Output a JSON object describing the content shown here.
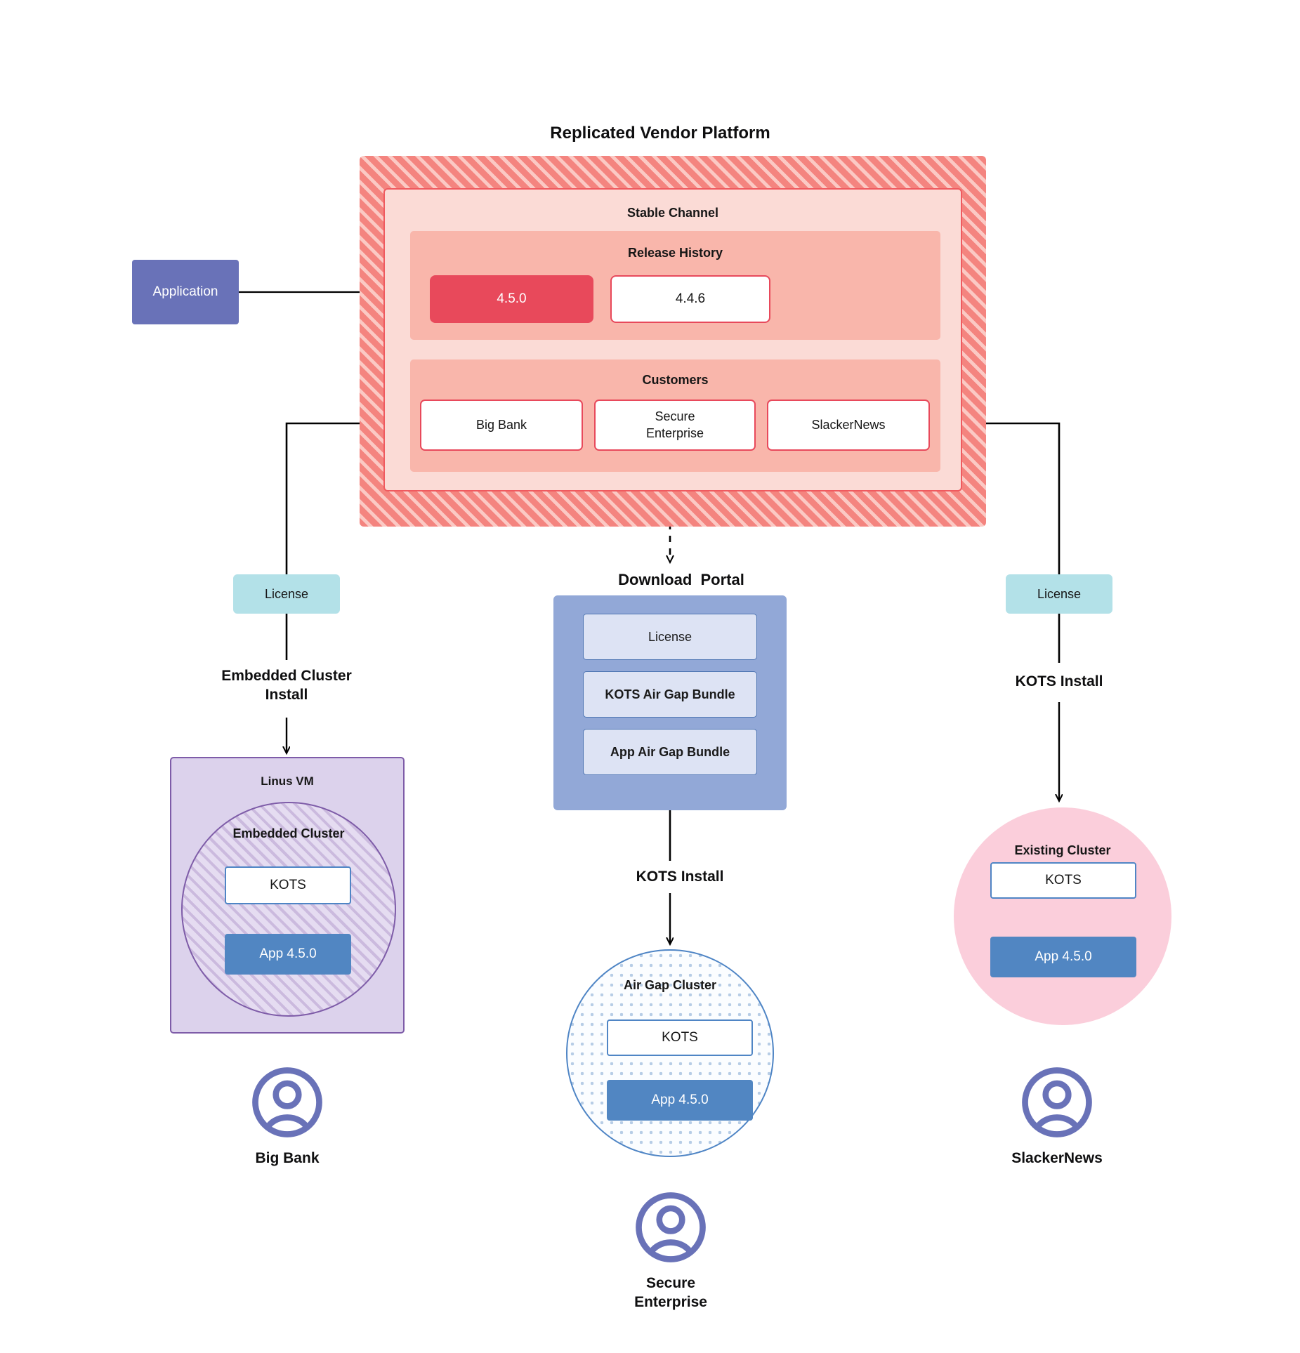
{
  "platform": {
    "title": "Replicated Vendor Platform",
    "stable_channel_label": "Stable Channel",
    "release_history": {
      "label": "Release History",
      "releases": [
        {
          "version": "4.5.0",
          "state": "current"
        },
        {
          "version": "4.4.6",
          "state": "previous"
        }
      ]
    },
    "customers": {
      "label": "Customers",
      "items": [
        {
          "name": "Big Bank"
        },
        {
          "name": "Secure\nEnterprise"
        },
        {
          "name": "SlackerNews"
        }
      ]
    }
  },
  "application_node": {
    "label": "Application"
  },
  "licenses": {
    "left_label": "License",
    "right_label": "License"
  },
  "install_labels": {
    "embedded_cluster_install": "Embedded Cluster\nInstall",
    "kots_install_center": "KOTS Install",
    "kots_install_right": "KOTS Install"
  },
  "download_portal": {
    "title": "Download  Portal",
    "items": [
      {
        "label": "License"
      },
      {
        "label": "KOTS Air Gap Bundle"
      },
      {
        "label": "App Air Gap Bundle"
      }
    ]
  },
  "linux_vm": {
    "label": "Linus VM",
    "embedded_cluster": {
      "label": "Embedded Cluster",
      "kots_label": "KOTS",
      "app_label": "App 4.5.0"
    }
  },
  "air_gap_cluster": {
    "label": "Air Gap Cluster",
    "kots_label": "KOTS",
    "app_label": "App 4.5.0"
  },
  "existing_cluster": {
    "label": "Existing Cluster",
    "kots_label": "KOTS",
    "app_label": "App 4.5.0"
  },
  "personas": [
    {
      "name": "Big Bank"
    },
    {
      "name": "Secure\nEnterprise"
    },
    {
      "name": "SlackerNews"
    }
  ],
  "colors": {
    "platform_hatch": "#f4847f",
    "platform_hatch_light": "#fbc9c4",
    "stable_channel_bg": "#fbdbd6",
    "stable_channel_border": "#ef5a5f",
    "panel_bg": "#f9b6ab",
    "release_current": "#e8495b",
    "application_node": "#6972b8",
    "license": "#b3e1e8",
    "download_portal": "#92a8d7",
    "download_portal_item": "#dde3f4",
    "linux_vm": "#dcd2ec",
    "linux_vm_border": "#7e5ca8",
    "air_gap_border": "#4f85c5",
    "existing_cluster": "#fbcedb",
    "app_chip": "#5186c2",
    "avatar": "#6972b8"
  }
}
